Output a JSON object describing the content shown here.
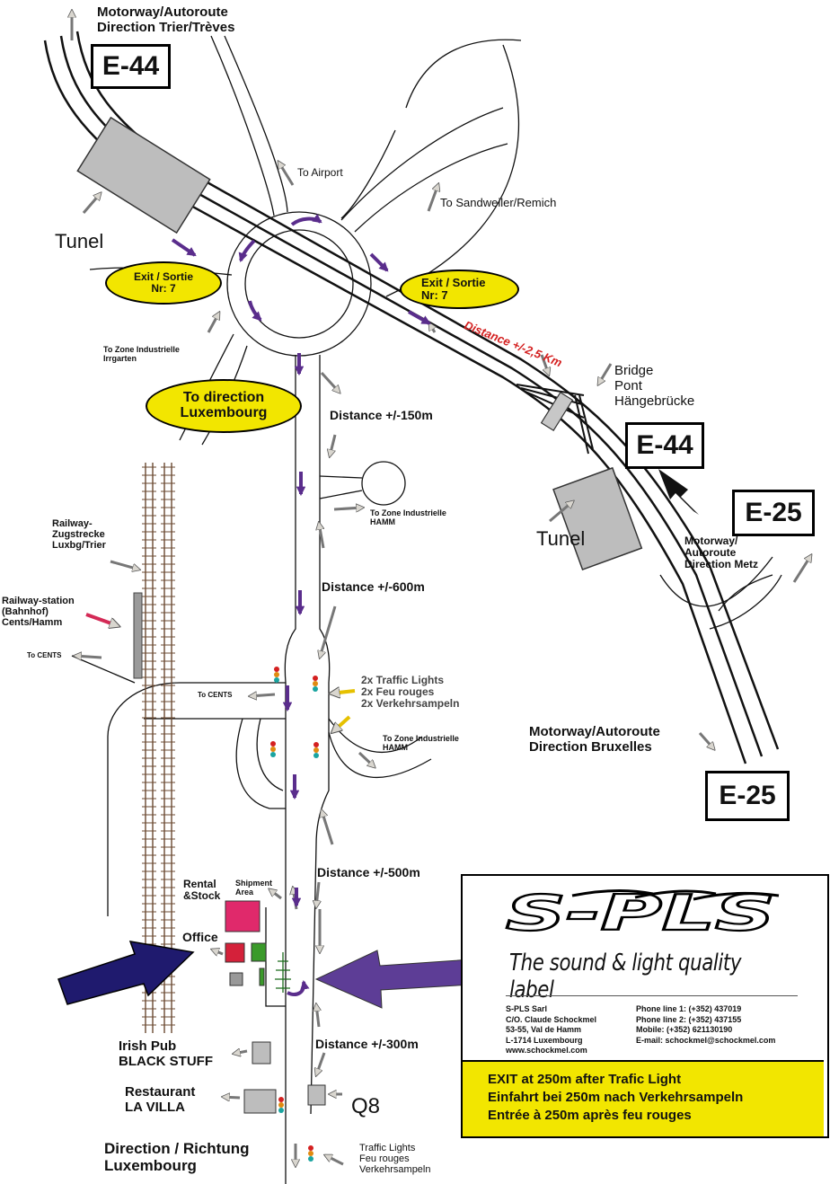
{
  "signs": {
    "e44_top": "E-44",
    "e44_mid": "E-44",
    "e25_right": "E-25",
    "e25_bottom": "E-25"
  },
  "labels": {
    "motorway_trier": [
      "Motorway/Autoroute",
      "Direction Trier/Trèves"
    ],
    "tunel_top": "Tunel",
    "tunel_bottom": "Tunel",
    "to_airport": "To Airport",
    "to_sandweiler": "To Sandweiler/Remich",
    "exit_left": [
      "Exit / Sortie",
      "Nr: 7"
    ],
    "exit_right": [
      "Exit / Sortie",
      "Nr: 7"
    ],
    "distance_25km": "Distance +/-2,5 Km",
    "bridge": [
      "Bridge",
      "Pont",
      "Hängebrücke"
    ],
    "zone_irrgarten": [
      "To Zone Industrielle",
      "Irrgarten"
    ],
    "to_direction_lux": [
      "To direction",
      "Luxembourg"
    ],
    "distance_150": "Distance +/-150m",
    "zone_hamm_1": [
      "To Zone Industrielle",
      "HAMM"
    ],
    "motorway_metz": [
      "Motorway/",
      "Autoroute",
      "Direction Metz"
    ],
    "railway_line": [
      "Railway-",
      "Zugstrecke",
      "Luxbg/Trier"
    ],
    "distance_600": "Distance +/-600m",
    "railway_station": [
      "Railway-station",
      "(Bahnhof)",
      "Cents/Hamm"
    ],
    "to_cents_1": "To CENTS",
    "to_cents_2": "To CENTS",
    "traffic_lights_2x": [
      "2x Traffic Lights",
      "2x Feu rouges",
      "2x Verkehrsampeln"
    ],
    "zone_hamm_2": [
      "To Zone Industrielle",
      "HAMM"
    ],
    "motorway_bruxelles": [
      "Motorway/Autoroute",
      "Direction Bruxelles"
    ],
    "distance_500": "Distance +/-500m",
    "rental": [
      "Rental",
      "&Stock"
    ],
    "shipment": [
      "Shipment",
      "Area"
    ],
    "office": "Office",
    "irish_pub": [
      "Irish Pub",
      "BLACK STUFF"
    ],
    "distance_300": "Distance +/-300m",
    "restaurant": [
      "Restaurant",
      "LA VILLA"
    ],
    "q8": "Q8",
    "direction_lux": [
      "Direction / Richtung",
      "Luxembourg"
    ],
    "traffic_lights_1x": [
      "Traffic Lights",
      "Feu rouges",
      "Verkehrsampeln"
    ]
  },
  "info_box": {
    "logo": "S-PLS",
    "tagline": "The sound & light quality label",
    "address": [
      "S-PLS Sarl",
      "C/O. Claude Schockmel",
      "53-55, Val de Hamm",
      "L-1714 Luxembourg",
      "www.schockmel.com"
    ],
    "phones": [
      "Phone line 1: (+352) 437019",
      "Phone line 2: (+352) 437155",
      "Mobile: (+352) 621130190",
      "E-mail: schockmel@schockmel.com"
    ],
    "exit_notice": [
      "EXIT at 250m after Trafic Light",
      "Einfahrt bei 250m nach Verkehrsampeln",
      "Entrée à 250m après feu rouges"
    ]
  },
  "colors": {
    "oval_yellow": "#f2e600",
    "route_purple": "#5a2d8c",
    "big_arrow_navy": "#1f1a6e",
    "tunnel_gray": "#bdbdbd",
    "building_magenta": "#e0296b",
    "building_red": "#d4213a",
    "building_green": "#3a9a2a",
    "distance_red": "#d42020"
  }
}
